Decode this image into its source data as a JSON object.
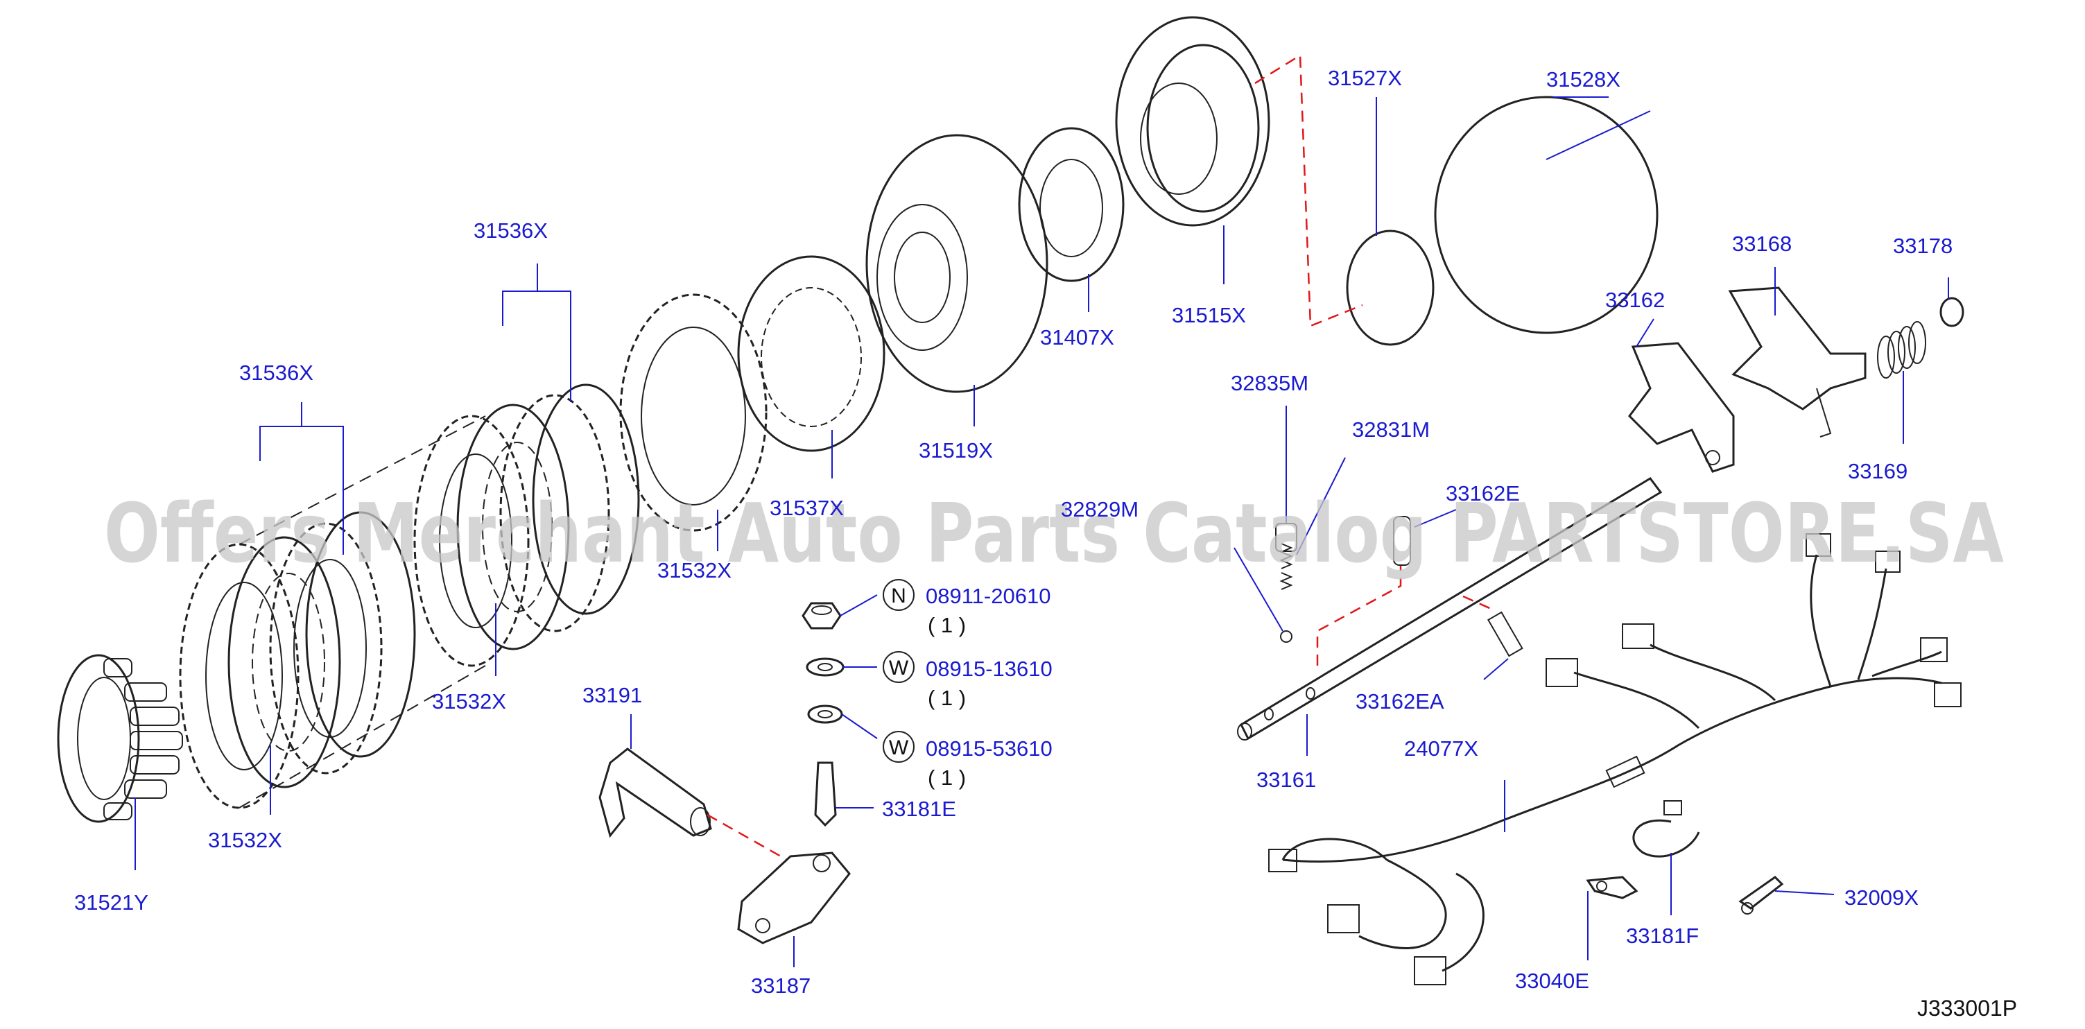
{
  "diagram": {
    "watermark": "Offers Merchant Auto Parts Catalog PARTSTORE.SA",
    "drawing_code": "J333001P",
    "callouts": [
      {
        "id": "31527X",
        "text": "31527X"
      },
      {
        "id": "31528X",
        "text": "31528X"
      },
      {
        "id": "31536X_a",
        "text": "31536X"
      },
      {
        "id": "31536X_b",
        "text": "31536X"
      },
      {
        "id": "31515X",
        "text": "31515X"
      },
      {
        "id": "31407X",
        "text": "31407X"
      },
      {
        "id": "31519X",
        "text": "31519X"
      },
      {
        "id": "31537X",
        "text": "31537X"
      },
      {
        "id": "31532X_a",
        "text": "31532X"
      },
      {
        "id": "31532X_b",
        "text": "31532X"
      },
      {
        "id": "31532X_c",
        "text": "31532X"
      },
      {
        "id": "31521Y",
        "text": "31521Y"
      },
      {
        "id": "33162",
        "text": "33162"
      },
      {
        "id": "33168",
        "text": "33168"
      },
      {
        "id": "33178",
        "text": "33178"
      },
      {
        "id": "33169",
        "text": "33169"
      },
      {
        "id": "32835M",
        "text": "32835M"
      },
      {
        "id": "32831M",
        "text": "32831M"
      },
      {
        "id": "32829M",
        "text": "32829M"
      },
      {
        "id": "33162E",
        "text": "33162E"
      },
      {
        "id": "33162EA",
        "text": "33162EA"
      },
      {
        "id": "33161",
        "text": "33161"
      },
      {
        "id": "24077X",
        "text": "24077X"
      },
      {
        "id": "33191",
        "text": "33191"
      },
      {
        "id": "33181E",
        "text": "33181E"
      },
      {
        "id": "33187",
        "text": "33187"
      },
      {
        "id": "33040E",
        "text": "33040E"
      },
      {
        "id": "33181F",
        "text": "33181F"
      },
      {
        "id": "32009X",
        "text": "32009X"
      }
    ],
    "fasteners": [
      {
        "symbol": "N",
        "number": "08911-20610",
        "qty": "( 1 )"
      },
      {
        "symbol": "W",
        "number": "08915-13610",
        "qty": "( 1 )"
      },
      {
        "symbol": "W",
        "number": "08915-53610",
        "qty": "( 1 )"
      }
    ]
  }
}
